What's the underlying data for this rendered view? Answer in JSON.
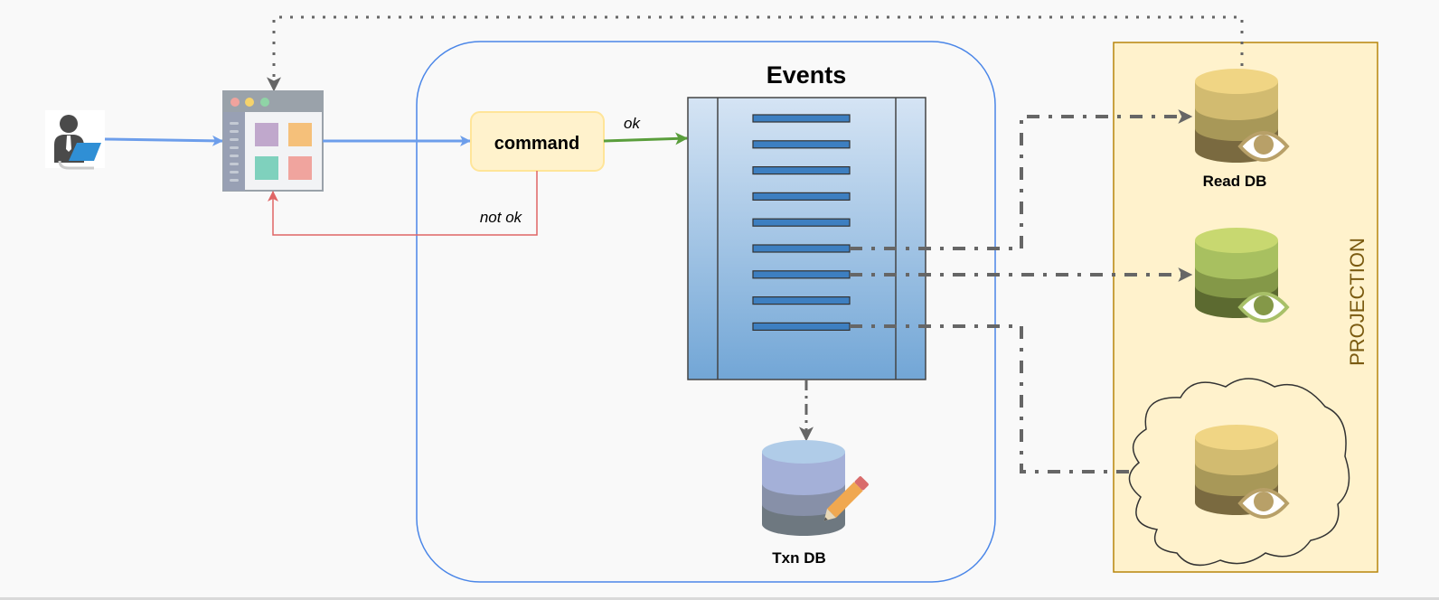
{
  "diagram": {
    "user": {
      "icon": "user-laptop-icon"
    },
    "ui": {
      "icon": "browser-window-icon"
    },
    "command": {
      "label": "command"
    },
    "edges": {
      "ok_label": "ok",
      "not_ok_label": "not ok"
    },
    "events": {
      "title": "Events",
      "event_count": 9
    },
    "txn_db": {
      "label": "Txn DB",
      "icon": "database-edit-icon"
    },
    "projection": {
      "title": "PROJECTION",
      "read_db": {
        "label": "Read DB",
        "icon": "database-view-icon"
      },
      "green_db": {
        "label": "",
        "icon": "database-view-icon"
      },
      "cloud_db": {
        "label": "",
        "icon": "cloud-database-view-icon"
      }
    },
    "colors": {
      "background": "#f9f9f9",
      "boundary": "#4a86e8",
      "flow_blue": "#6d9eeb",
      "ok_green": "#5a9e3c",
      "not_ok_red": "#e06666",
      "command_fill": "#fff2cc",
      "command_stroke": "#ffe599",
      "projection_fill": "#fff2cc",
      "projection_stroke": "#b8860b",
      "projection_text": "#7a5a10",
      "connector_gray": "#666666",
      "event_bar": "#3d7fc1"
    }
  }
}
